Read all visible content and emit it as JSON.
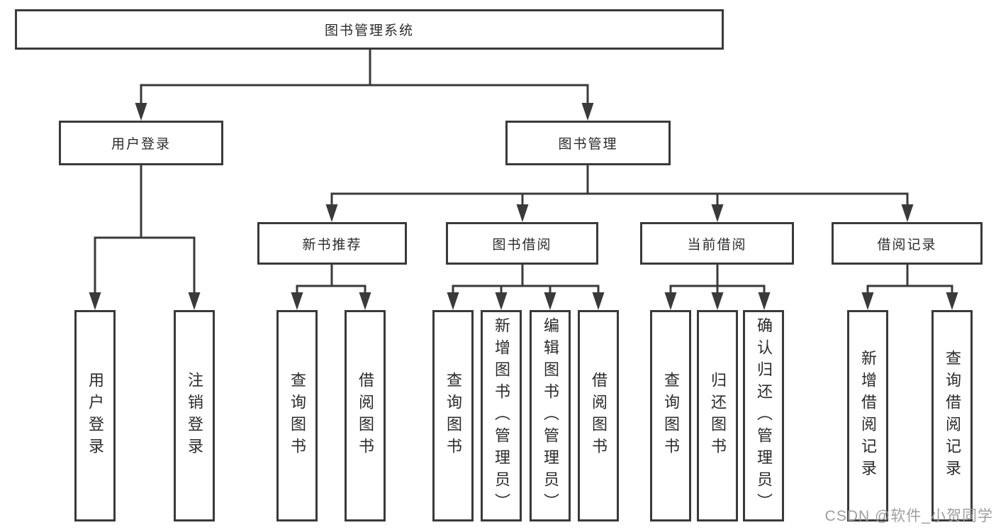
{
  "diagram": {
    "type": "hierarchy-tree",
    "nodes": {
      "root": "图书管理系统",
      "user_login": "用户登录",
      "book_mgmt": "图书管理",
      "new_book": "新书推荐",
      "book_borrow": "图书借阅",
      "current_borrow": "当前借阅",
      "borrow_record": "借阅记录",
      "leaf_user_login": "用户登录",
      "leaf_logout": "注销登录",
      "nb_query": "查询图书",
      "nb_borrow": "借阅图书",
      "bb_query": "查询图书",
      "bb_add": "新增图书（管理员）",
      "bb_edit": "编辑图书（管理员）",
      "bb_borrow": "借阅图书",
      "cb_query": "查询图书",
      "cb_return": "归还图书",
      "cb_confirm": "确认归还（管理员）",
      "br_add": "新增借阅记录",
      "br_query": "查询借阅记录"
    },
    "edges": [
      [
        "root",
        "user_login"
      ],
      [
        "root",
        "book_mgmt"
      ],
      [
        "user_login",
        "leaf_user_login"
      ],
      [
        "user_login",
        "leaf_logout"
      ],
      [
        "book_mgmt",
        "new_book"
      ],
      [
        "book_mgmt",
        "book_borrow"
      ],
      [
        "book_mgmt",
        "current_borrow"
      ],
      [
        "book_mgmt",
        "borrow_record"
      ],
      [
        "new_book",
        "nb_query"
      ],
      [
        "new_book",
        "nb_borrow"
      ],
      [
        "book_borrow",
        "bb_query"
      ],
      [
        "book_borrow",
        "bb_add"
      ],
      [
        "book_borrow",
        "bb_edit"
      ],
      [
        "book_borrow",
        "bb_borrow"
      ],
      [
        "current_borrow",
        "cb_query"
      ],
      [
        "current_borrow",
        "cb_return"
      ],
      [
        "current_borrow",
        "cb_confirm"
      ],
      [
        "borrow_record",
        "br_add"
      ],
      [
        "borrow_record",
        "br_query"
      ]
    ]
  },
  "watermark": "CSDN @软件_小贺同学",
  "colors": {
    "line": "#3a3a3a",
    "text": "#2b2b2b",
    "watermark": "#9e9e9e",
    "background": "#ffffff"
  }
}
